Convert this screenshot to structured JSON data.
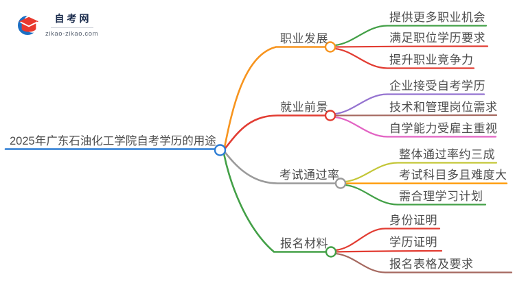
{
  "logo": {
    "site_name": "自考网",
    "site_url": "zikao-zikao.com",
    "colors": {
      "crescent": "#1B6FC4",
      "cap": "#E8392E",
      "text": "#1A2B4C"
    }
  },
  "mindmap": {
    "root": {
      "label": "2025年广东石油化工学院自考学历的用途",
      "color": "#2B7CD4"
    },
    "branches": [
      {
        "label": "职业发展",
        "color": "#F7941E",
        "children": [
          {
            "label": "提供更多职业机会",
            "color": "#43A047"
          },
          {
            "label": "满足职位学历要求",
            "color": "#E23C32"
          },
          {
            "label": "提升职业竞争力",
            "color": "#E23C32"
          }
        ]
      },
      {
        "label": "就业前景",
        "color": "#E23C32",
        "children": [
          {
            "label": "企业接受自考学历",
            "color": "#9573D0"
          },
          {
            "label": "技术和管理岗位需求",
            "color": "#A5685F"
          },
          {
            "label": "自学能力受雇主重视",
            "color": "#E263C3"
          }
        ]
      },
      {
        "label": "考试通过率",
        "color": "#9A9A9A",
        "children": [
          {
            "label": "整体通过率约三成",
            "color": "#C3C637"
          },
          {
            "label": "考试科目多且难度大",
            "color": "#FF9800"
          },
          {
            "label": "需合理学习计划",
            "color": "#43A047"
          }
        ]
      },
      {
        "label": "报名材料",
        "color": "#43A047",
        "children": [
          {
            "label": "身份证明",
            "color": "#E23C32"
          },
          {
            "label": "学历证明",
            "color": "#E23C32"
          },
          {
            "label": "报名表格及要求",
            "color": "#A5685F"
          }
        ]
      }
    ]
  }
}
